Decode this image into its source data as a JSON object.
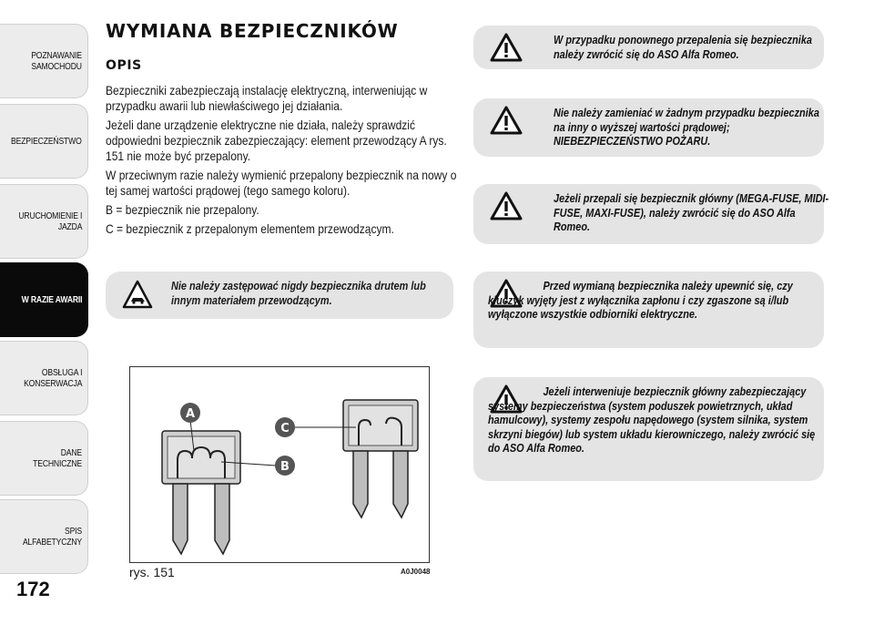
{
  "sidebar": {
    "tabs": [
      {
        "label": "POZNAWANIE\nSAMOCHODU",
        "active": false
      },
      {
        "label": "BEZPIECZEŃSTWO",
        "active": false
      },
      {
        "label": "URUCHOMIENIE I\nJAZDA",
        "active": false
      },
      {
        "label": "W RAZIE AWARII",
        "active": true
      },
      {
        "label": "OBSŁUGA I\nKONSERWACJA",
        "active": false
      },
      {
        "label": "DANE TECHNICZNE",
        "active": false
      },
      {
        "label": "SPIS ALFABETYCZNY",
        "active": false
      }
    ],
    "page_number": "172"
  },
  "content": {
    "heading": "WYMIANA BEZPIECZNIKÓW",
    "subheading": "OPIS",
    "paragraphs": [
      "Bezpieczniki zabezpieczają instalację elektryczną, interweniując w przypadku awarii lub niewłaściwego jej działania.",
      "Jeżeli dane urządzenie elektryczne nie działa, należy sprawdzić odpowiedni bezpiecznik zabezpieczający: element przewodzący A rys. 151 nie może być przepalony.",
      "W przeciwnym razie należy wymienić przepalony bezpiecznik na nowy o tej samej wartości prądowej (tego samego koloru).",
      "B = bezpiecznik nie przepalony.",
      "C = bezpiecznik z przepalonym elementem przewodzącym."
    ],
    "note": "Nie należy zastępować nigdy bezpiecznika drutem lub innym materiałem przewodzącym.",
    "figure": {
      "labels": [
        "A",
        "B",
        "C"
      ],
      "caption": "rys. 151",
      "code": "A0J0048"
    }
  },
  "warnings": [
    "W przypadku ponownego przepalenia się bezpiecznika należy zwrócić się do ASO Alfa Romeo.",
    "Nie należy zamieniać w żadnym przypadku bezpiecznika na inny o wyższej wartości prądowej; NIEBEZPIECZEŃSTWO POŻARU.",
    "Jeżeli przepali się bezpiecznik główny (MEGA-FUSE, MIDI-FUSE, MAXI-FUSE), należy zwrócić się do ASO Alfa Romeo.",
    "Przed wymianą bezpiecznika należy upewnić się, czy kluczyk wyjęty jest z wyłącznika zapłonu i czy zgaszone są i/lub wyłączone wszystkie odbiorniki elektryczne.",
    "Jeżeli interweniuje bezpiecznik główny zabezpieczający systemy bezpieczeństwa (system poduszek powietrznych, układ hamulcowy), systemy zespołu napędowego (system silnika, system skrzyni biegów) lub system układu kierowniczego, należy zwrócić się do ASO Alfa Romeo."
  ]
}
